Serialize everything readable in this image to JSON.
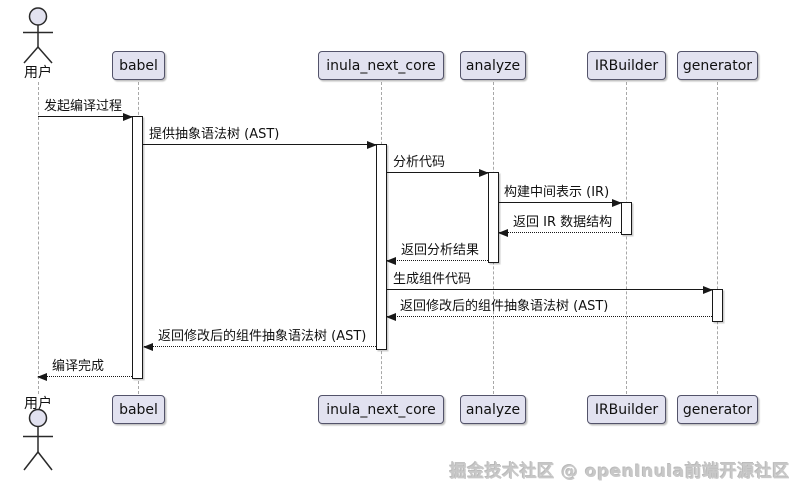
{
  "diagram": {
    "type": "uml-sequence",
    "participants": [
      {
        "label": "用户",
        "type": "actor"
      },
      {
        "label": "babel",
        "type": "participant"
      },
      {
        "label": "inula_next_core",
        "type": "participant"
      },
      {
        "label": "analyze",
        "type": "participant"
      },
      {
        "label": "IRBuilder",
        "type": "participant"
      },
      {
        "label": "generator",
        "type": "participant"
      }
    ],
    "messages": [
      {
        "from": "用户",
        "to": "babel",
        "label": "发起编译过程",
        "kind": "call"
      },
      {
        "from": "babel",
        "to": "inula_next_core",
        "label": "提供抽象语法树 (AST)",
        "kind": "call"
      },
      {
        "from": "inula_next_core",
        "to": "analyze",
        "label": "分析代码",
        "kind": "call"
      },
      {
        "from": "analyze",
        "to": "IRBuilder",
        "label": "构建中间表示 (IR)",
        "kind": "call"
      },
      {
        "from": "IRBuilder",
        "to": "analyze",
        "label": "返回 IR 数据结构",
        "kind": "return"
      },
      {
        "from": "analyze",
        "to": "inula_next_core",
        "label": "返回分析结果",
        "kind": "return"
      },
      {
        "from": "inula_next_core",
        "to": "generator",
        "label": "生成组件代码",
        "kind": "call"
      },
      {
        "from": "generator",
        "to": "inula_next_core",
        "label": "返回修改后的组件抽象语法树 (AST)",
        "kind": "return"
      },
      {
        "from": "inula_next_core",
        "to": "babel",
        "label": "返回修改后的组件抽象语法树 (AST)",
        "kind": "return"
      },
      {
        "from": "babel",
        "to": "用户",
        "label": "编译完成",
        "kind": "return"
      }
    ],
    "watermark": "掘金技术社区 @ openInula前端开源社区",
    "colors": {
      "participant_fill": "#E2E2F0",
      "participant_border": "#53536A",
      "lifeline": "#A8A8A8",
      "message_line": "#181818",
      "watermark_text": "#C8C8C8",
      "background": "#FFFFFF"
    }
  }
}
